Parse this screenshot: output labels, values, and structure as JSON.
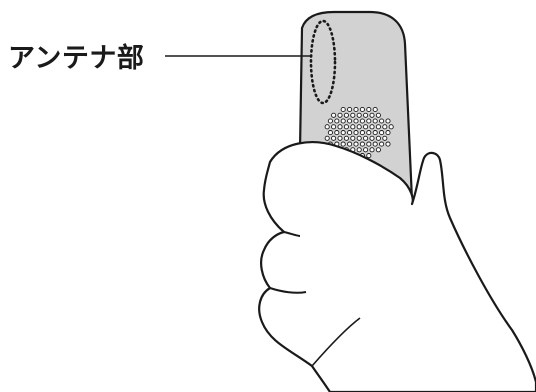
{
  "callout": {
    "label": "アンテナ部"
  },
  "colors": {
    "outline": "#1a1a1a",
    "phone_fill": "#d2d2d2",
    "skin_fill": "#ffffff"
  },
  "icons": {
    "antenna_region": "dotted-ellipse",
    "speaker": "dot-grid-speaker"
  }
}
